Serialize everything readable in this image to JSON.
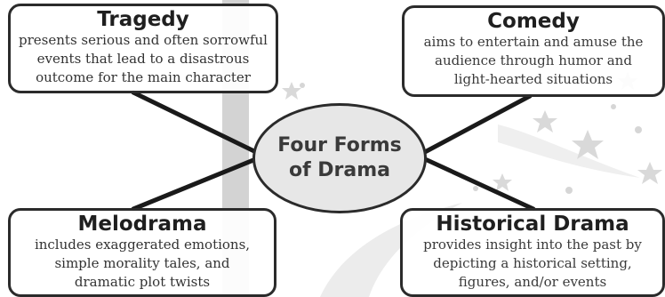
{
  "center": {
    "title": "Four Forms of Drama"
  },
  "cards": {
    "tragedy": {
      "title": "Tragedy",
      "lines": [
        "presents serious and often sorrowful",
        "events that lead to a disastrous",
        "outcome for the main character"
      ]
    },
    "comedy": {
      "title": "Comedy",
      "lines": [
        "aims to entertain and amuse the",
        "audience through humor and",
        "light-hearted situations"
      ]
    },
    "melodrama": {
      "title": "Melodrama",
      "lines": [
        "includes exaggerated emotions,",
        "simple morality tales, and",
        "dramatic plot twists"
      ]
    },
    "historical": {
      "title": "Historical Drama",
      "lines": [
        "provides insight into the past by",
        "depicting a historical setting,",
        "figures, and/or events"
      ]
    }
  },
  "colors": {
    "border": "#2b2b2b",
    "center_fill": "#e7e7e7",
    "background_bar": "#d3d3d3"
  }
}
